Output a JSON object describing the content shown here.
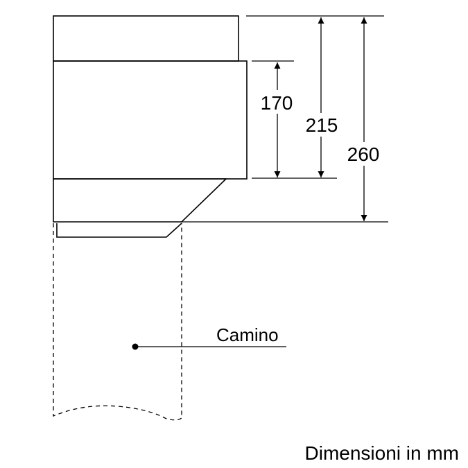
{
  "dimensions": {
    "inner_height": "170",
    "middle_height": "215",
    "outer_height": "260"
  },
  "labels": {
    "chimney": "Camino"
  },
  "caption": "Dimensioni in mm"
}
